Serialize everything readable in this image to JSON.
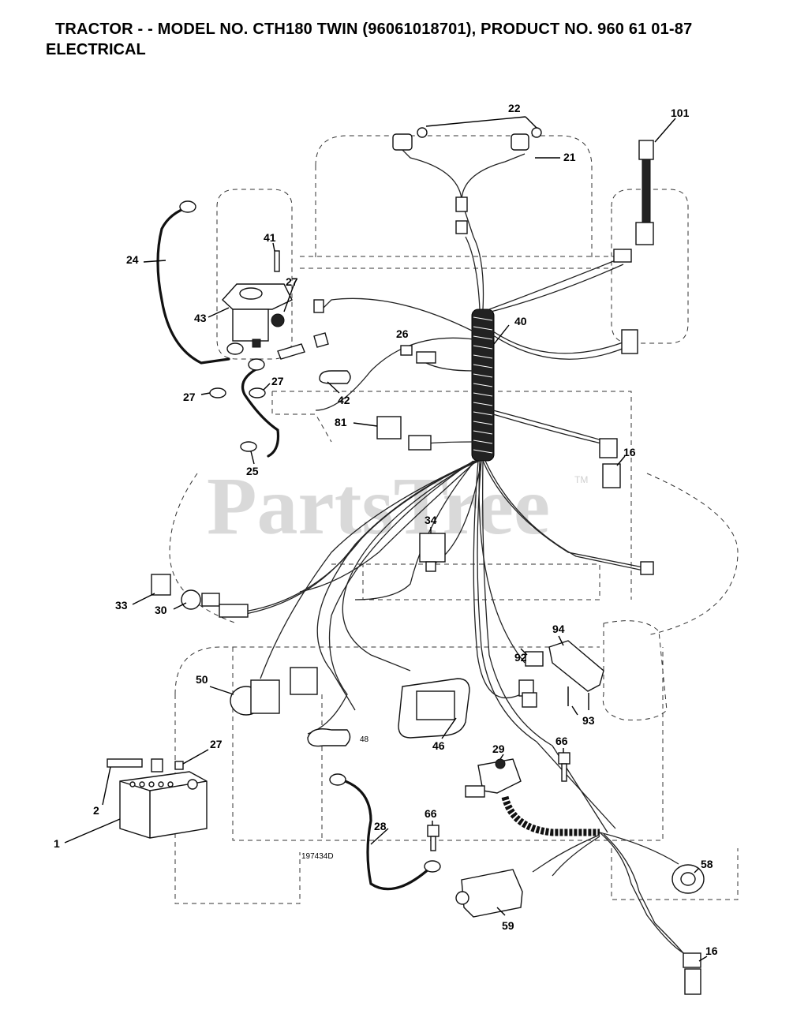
{
  "header": {
    "title": "TRACTOR - - MODEL NO. CTH180 TWIN (96061018701), PRODUCT NO. 960 61 01-87",
    "section": "ELECTRICAL"
  },
  "watermark": {
    "text": "PartsTree",
    "trademark": "TM"
  },
  "drawing_number": "197434D",
  "callouts": {
    "c1": "1",
    "c2": "2",
    "c16a": "16",
    "c16b": "16",
    "c21": "21",
    "c22": "22",
    "c24": "24",
    "c25": "25",
    "c26": "26",
    "c27a": "27",
    "c27b": "27",
    "c27c": "27",
    "c27d": "27",
    "c28": "28",
    "c29": "29",
    "c30": "30",
    "c33": "33",
    "c34": "34",
    "c40": "40",
    "c41": "41",
    "c42": "42",
    "c43": "43",
    "c46": "46",
    "c48": "48",
    "c50": "50",
    "c58": "58",
    "c59": "59",
    "c66a": "66",
    "c66b": "66",
    "c81": "81",
    "c92": "92",
    "c93": "93",
    "c94": "94",
    "c101": "101"
  }
}
